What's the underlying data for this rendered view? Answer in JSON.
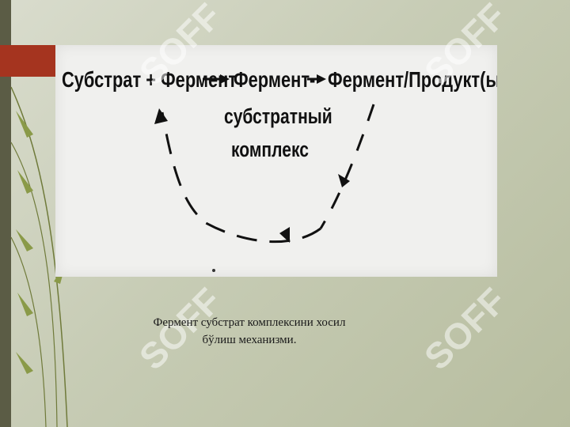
{
  "diagram": {
    "substrate_enzyme": "Субстрат + Фермент",
    "complex_line1": "Фермент-",
    "complex_line2": "субстратный",
    "complex_line3": "комплекс",
    "products": "Фермент/Продукт(ы)"
  },
  "caption": {
    "line1": "Фермент субстрат комплексини хосил",
    "line2": "бўлиш механизми."
  },
  "watermark": {
    "text": "SOFF"
  },
  "colors": {
    "background": "#c7ccb5",
    "left_bar": "#5b5c45",
    "accent_tab": "#a5341f",
    "watermark": "#ffffff"
  }
}
